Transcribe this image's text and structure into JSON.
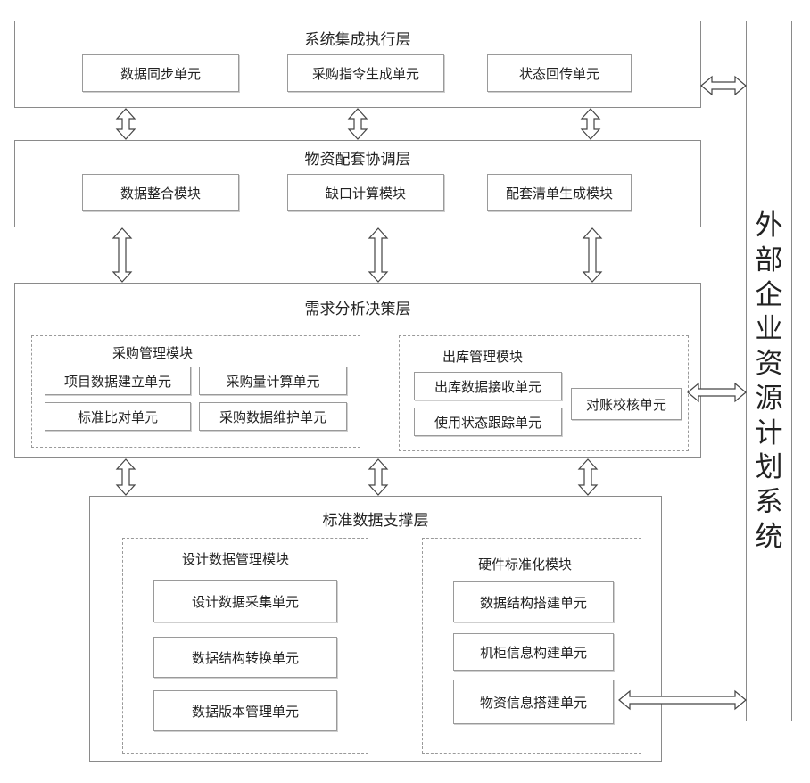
{
  "layers": {
    "system_integration": {
      "title": "系统集成执行层",
      "units": [
        "数据同步单元",
        "采购指令生成单元",
        "状态回传单元"
      ]
    },
    "material_coordination": {
      "title": "物资配套协调层",
      "units": [
        "数据整合模块",
        "缺口计算模块",
        "配套清单生成模块"
      ]
    },
    "demand_analysis": {
      "title": "需求分析决策层",
      "procurement_module": {
        "title": "采购管理模块",
        "units": [
          "项目数据建立单元",
          "采购量计算单元",
          "标准比对单元",
          "采购数据维护单元"
        ]
      },
      "outbound_module": {
        "title": "出库管理模块",
        "units": [
          "出库数据接收单元",
          "使用状态跟踪单元",
          "对账校核单元"
        ]
      }
    },
    "standard_data": {
      "title": "标准数据支撑层",
      "design_module": {
        "title": "设计数据管理模块",
        "units": [
          "设计数据采集单元",
          "数据结构转换单元",
          "数据版本管理单元"
        ]
      },
      "hardware_module": {
        "title": "硬件标准化模块",
        "units": [
          "数据结构搭建单元",
          "机柜信息构建单元",
          "物资信息搭建单元"
        ]
      }
    }
  },
  "erp": {
    "chars": [
      "外",
      "部",
      "企",
      "业",
      "资",
      "源",
      "计",
      "划",
      "系",
      "统"
    ]
  }
}
